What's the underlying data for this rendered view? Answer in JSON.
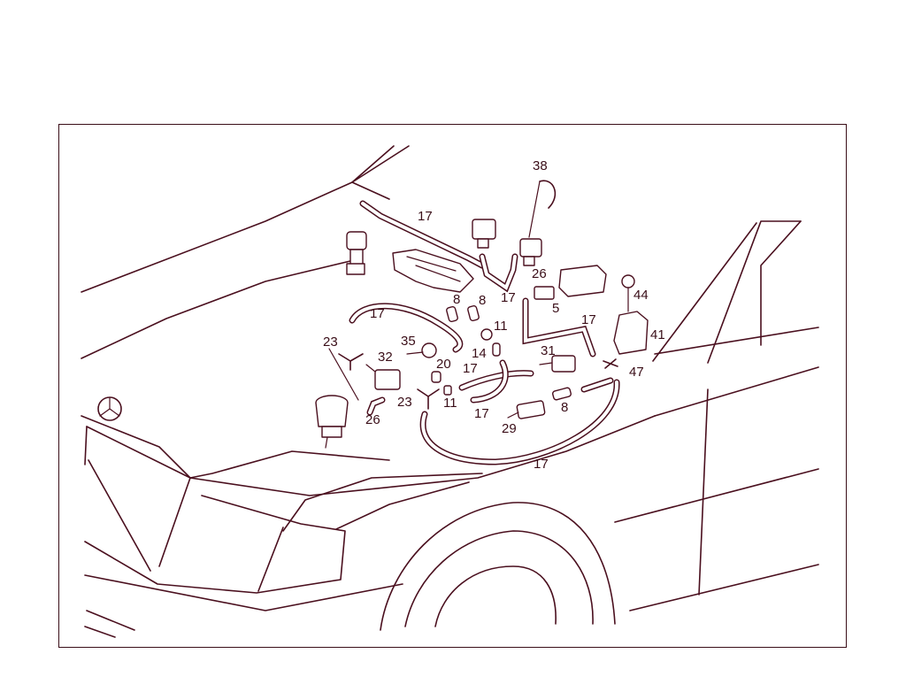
{
  "callouts": [
    {
      "id": "c38a",
      "text": "38"
    },
    {
      "id": "c17a",
      "text": "17"
    },
    {
      "id": "c26a",
      "text": "26"
    },
    {
      "id": "c17b",
      "text": "17"
    },
    {
      "id": "c5",
      "text": "5"
    },
    {
      "id": "c44",
      "text": "44"
    },
    {
      "id": "c8a",
      "text": "8"
    },
    {
      "id": "c8b",
      "text": "8"
    },
    {
      "id": "c17c",
      "text": "17"
    },
    {
      "id": "c11a",
      "text": "11"
    },
    {
      "id": "c17d",
      "text": "17"
    },
    {
      "id": "c41",
      "text": "41"
    },
    {
      "id": "c23a",
      "text": "23"
    },
    {
      "id": "c35",
      "text": "35"
    },
    {
      "id": "c14",
      "text": "14"
    },
    {
      "id": "c31",
      "text": "31"
    },
    {
      "id": "c32",
      "text": "32"
    },
    {
      "id": "c20",
      "text": "20"
    },
    {
      "id": "c17e",
      "text": "17"
    },
    {
      "id": "c47",
      "text": "47"
    },
    {
      "id": "c23b",
      "text": "23"
    },
    {
      "id": "c11b",
      "text": "11"
    },
    {
      "id": "c8c",
      "text": "8"
    },
    {
      "id": "c26b",
      "text": "26"
    },
    {
      "id": "c17f",
      "text": "17"
    },
    {
      "id": "c29",
      "text": "29"
    },
    {
      "id": "c17g",
      "text": "17"
    }
  ]
}
